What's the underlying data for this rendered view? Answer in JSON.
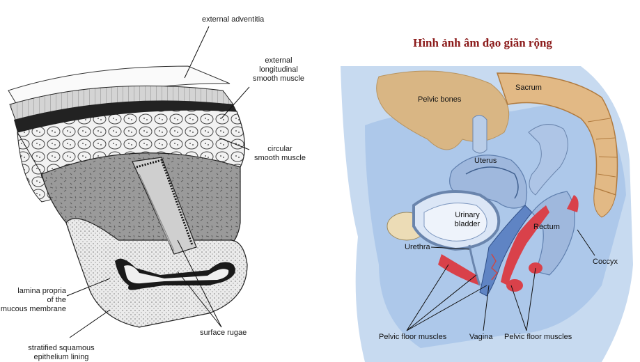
{
  "title": "Hình ảnh âm đạo giãn rộng",
  "left_diagram": {
    "labels": {
      "external_adventitia": "external adventitia",
      "ext_long_1": "external",
      "ext_long_2": "longitudinal",
      "ext_long_3": "smooth muscle",
      "circular_1": "circular",
      "circular_2": "smooth muscle",
      "lamina_1": "lamina propria",
      "lamina_2": "of the",
      "lamina_3": "mucous membrane",
      "surface_rugae": "surface rugae",
      "strat_1": "stratified squamous",
      "strat_2": "epithelium lining"
    }
  },
  "right_diagram": {
    "labels": {
      "pelvic_bones": "Pelvic bones",
      "sacrum": "Sacrum",
      "uterus": "Uterus",
      "urinary_1": "Urinary",
      "urinary_2": "bladder",
      "rectum": "Rectum",
      "urethra": "Urethra",
      "coccyx": "Coccyx",
      "pfm_left": "Pelvic floor muscles",
      "vagina": "Vagina",
      "pfm_right": "Pelvic floor muscles"
    }
  }
}
